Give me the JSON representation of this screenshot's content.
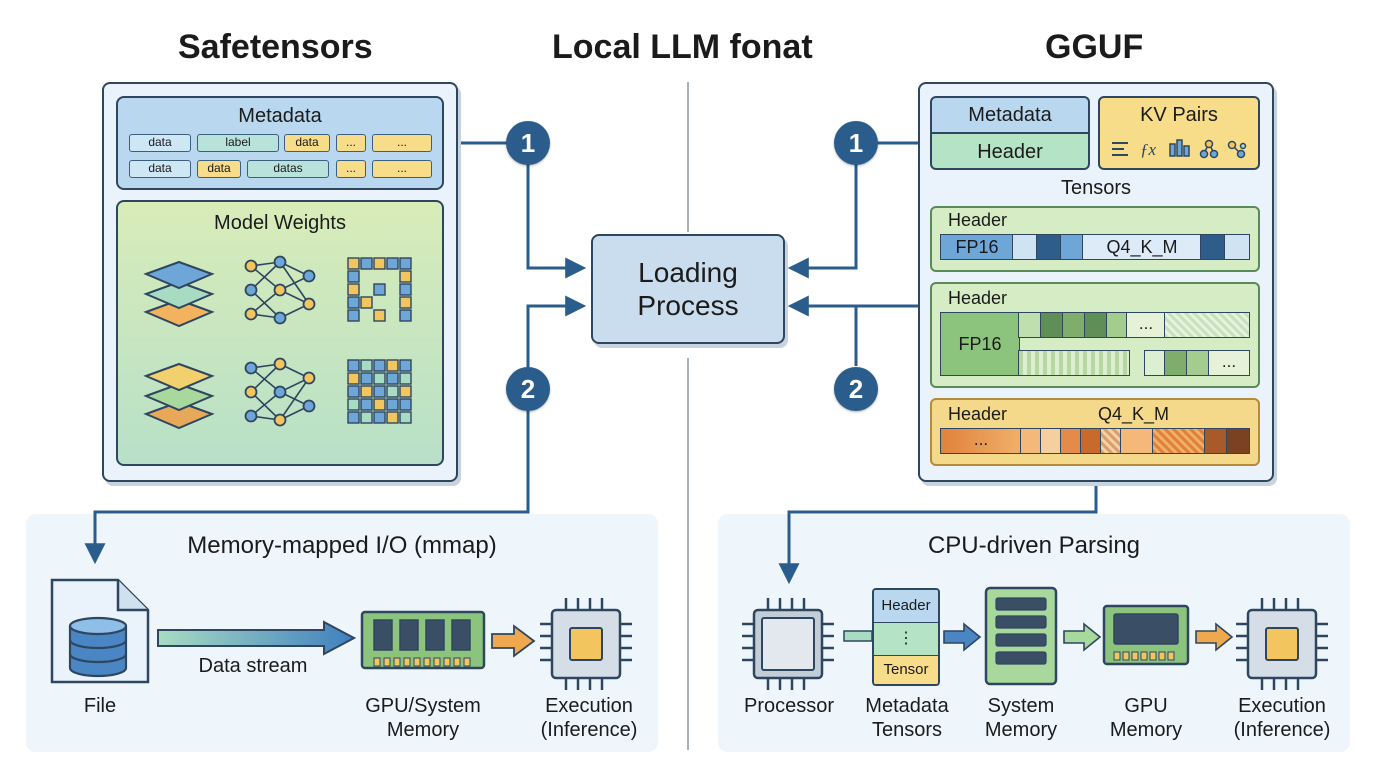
{
  "titles": {
    "left": "Safetensors",
    "center": "Local LLM fonat",
    "right": "GGUF"
  },
  "safetensors": {
    "metadata_label": "Metadata",
    "metadata_row1": [
      "data",
      "label",
      "data",
      "...",
      "..."
    ],
    "metadata_row2": [
      "data",
      "data",
      "datas",
      "...",
      "..."
    ],
    "weights_label": "Model Weights",
    "icons": [
      "layers-icon",
      "neural-network-icon",
      "grid-matrix-icon",
      "layers-icon",
      "neural-network-icon",
      "heatmap-grid-icon"
    ]
  },
  "center": {
    "loading_label": "Loading Process",
    "badges": [
      "1",
      "2",
      "1",
      "2"
    ]
  },
  "gguf": {
    "metadata_label": "Metadata",
    "header_label": "Header",
    "kv_label": "KV Pairs",
    "kv_icons": [
      "list-icon",
      "function-icon",
      "chart-icon",
      "tree-icon",
      "nodes-icon"
    ],
    "tensors_label": "Tensors",
    "tensor1": {
      "header": "Header",
      "fmt1": "FP16",
      "fmt2": "Q4_K_M"
    },
    "tensor2": {
      "header": "Header",
      "fmt": "FP16",
      "ellipsis1": "...",
      "ellipsis2": "..."
    },
    "tensor3": {
      "header": "Header",
      "fmt": "Q4_K_M",
      "ellipsis": "..."
    }
  },
  "mmap": {
    "title": "Memory-mapped I/O (mmap)",
    "file_label": "File",
    "stream_label": "Data stream",
    "memory_label": "GPU/System Memory",
    "exec_label": "Execution (Inference)"
  },
  "cpu": {
    "title": "CPU-driven Parsing",
    "processor_label": "Processor",
    "meta_header": "Header",
    "meta_dots": "⋮",
    "meta_tensor": "Tensor",
    "metadata_tensors_label": "Metadata Tensors",
    "system_memory_label": "System Memory",
    "gpu_memory_label": "GPU Memory",
    "exec_label": "Execution (Inference)"
  },
  "colors": {
    "arrow": "#2b5d8c",
    "outline": "#2e4660",
    "panel_bg": "#eef5fb",
    "metadata_blue": "#b9d7ef",
    "weights_green": "#cfe8b0",
    "kv_yellow": "#f7dc8a",
    "orange": "#e89a4c"
  }
}
